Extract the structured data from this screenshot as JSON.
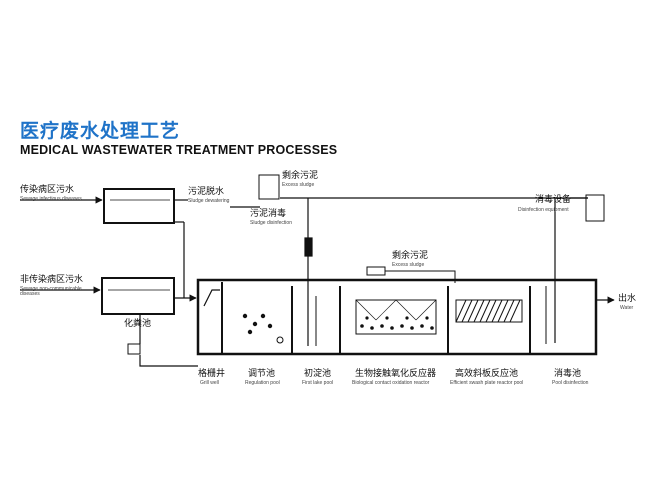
{
  "title": {
    "cn": "医疗废水处理工艺",
    "en": "MEDICAL WASTEWATER TREATMENT PROCESSES"
  },
  "inputs": {
    "infectious": {
      "cn": "传染病区污水",
      "en": "Sewage infectious diseases"
    },
    "noninfectious": {
      "cn": "非传染病区污水",
      "en": "Sewage non-communicable diseases"
    }
  },
  "nodes": {
    "sludge_dewatering": {
      "cn": "污泥脱水",
      "en": "Sludge dewatering"
    },
    "excess_sludge_top": {
      "cn": "剩余污泥",
      "en": "Excess sludge"
    },
    "sludge_disinfection": {
      "cn": "污泥消毒",
      "en": "Sludge disinfection"
    },
    "excess_sludge_mid": {
      "cn": "剩余污泥",
      "en": "Excess sludge"
    },
    "disinfection_equipment": {
      "cn": "消毒设备",
      "en": "Disinfection equipment"
    },
    "septic_tank": {
      "cn": "化粪池",
      "en": ""
    },
    "outlet": {
      "cn": "出水",
      "en": "Water"
    }
  },
  "tanks": [
    {
      "cn": "格栅井",
      "en": "Grill well"
    },
    {
      "cn": "调节池",
      "en": "Regulation pool"
    },
    {
      "cn": "初淀池",
      "en": "First lake pool"
    },
    {
      "cn": "生物接触氧化反应器",
      "en": "Biological contact oxidation reactor"
    },
    {
      "cn": "高效斜板反应池",
      "en": "Efficient swash plate reactor pool"
    },
    {
      "cn": "消毒池",
      "en": "Pool disinfection"
    }
  ],
  "colors": {
    "title_blue": "#1f73c8",
    "line": "#111111"
  }
}
